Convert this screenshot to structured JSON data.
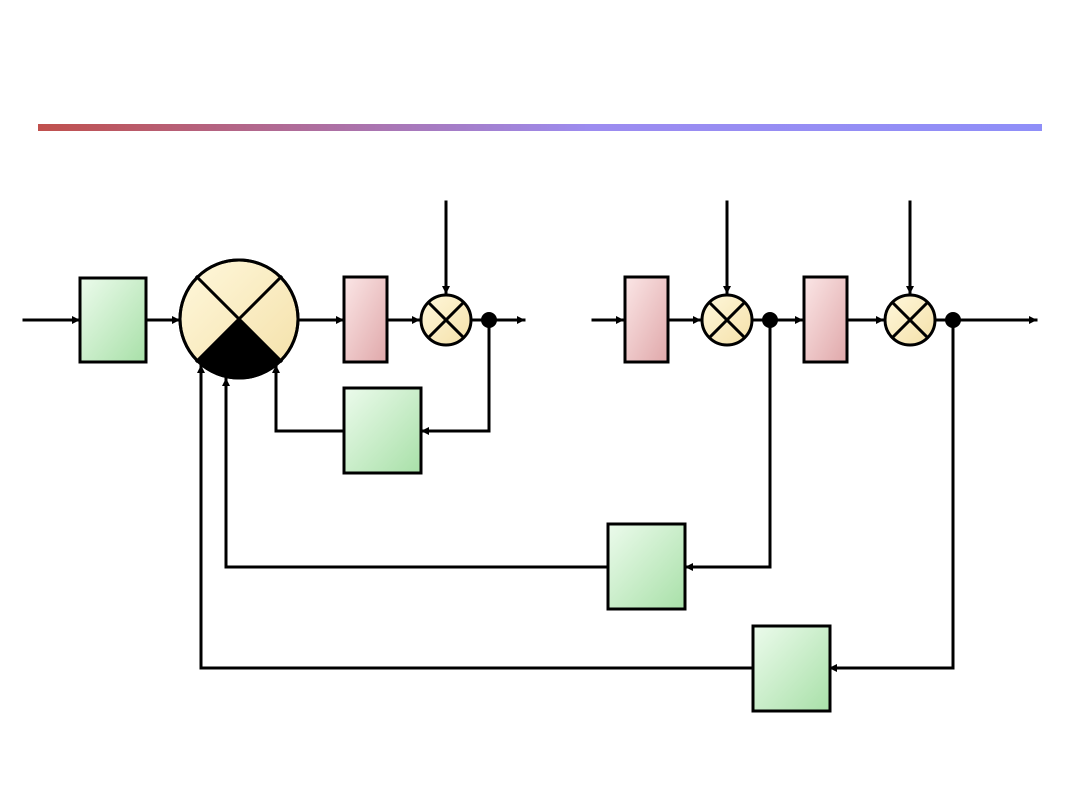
{
  "slide": {
    "header_rule_colors": [
      "#c0504d",
      "#9c8cf0",
      "#8f8ff8"
    ]
  },
  "diagram": {
    "colors": {
      "line": "#000000",
      "controller_fill_light": "#ecfbec",
      "controller_fill_dark": "#a8e0a8",
      "plant_fill_light": "#fbe6e6",
      "plant_fill_dark": "#e0a8aa",
      "summing_fill": "#fbf0c8",
      "summing_dark_sector": "#000000"
    },
    "blocks": [
      {
        "id": "controller-1",
        "kind": "controller",
        "label": ""
      },
      {
        "id": "controller-2",
        "kind": "controller",
        "label": ""
      },
      {
        "id": "controller-3",
        "kind": "controller",
        "label": ""
      },
      {
        "id": "controller-4",
        "kind": "controller",
        "label": ""
      },
      {
        "id": "plant-1",
        "kind": "plant",
        "label": ""
      },
      {
        "id": "plant-2",
        "kind": "plant",
        "label": ""
      },
      {
        "id": "plant-3",
        "kind": "plant",
        "label": ""
      }
    ],
    "summing_junctions": [
      {
        "id": "main-comparator",
        "kind": "four-input"
      },
      {
        "id": "disturbance-junction-1",
        "kind": "cross"
      },
      {
        "id": "disturbance-junction-2",
        "kind": "cross"
      },
      {
        "id": "disturbance-junction-3",
        "kind": "cross"
      }
    ]
  }
}
